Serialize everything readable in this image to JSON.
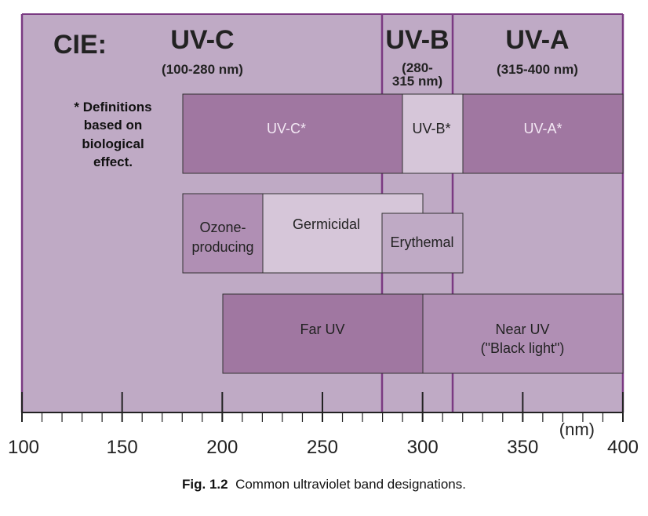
{
  "header": {
    "cie_label": "CIE:",
    "uvc_title": "UV-C",
    "uvc_range": "(100-280 nm)",
    "uvb_title": "UV-B",
    "uvb_range_line1": "(280-",
    "uvb_range_line2": "315 nm)",
    "uva_title": "UV-A",
    "uva_range": "(315-400 nm)"
  },
  "note": {
    "line1": "* Definitions",
    "line2": "based on",
    "line3": "biological",
    "line4": "effect."
  },
  "bio_bands": {
    "uvc": "UV-C*",
    "uvb": "UV-B*",
    "uva": "UV-A*"
  },
  "effect_bands": {
    "ozone_line1": "Ozone-",
    "ozone_line2": "producing",
    "germicidal": "Germicidal",
    "erythemal": "Erythemal"
  },
  "far_near": {
    "far": "Far UV",
    "near_line1": "Near UV",
    "near_line2": "(\"Black light\")"
  },
  "axis": {
    "unit": "(nm)",
    "ticks": [
      "100",
      "150",
      "200",
      "250",
      "300",
      "350",
      "400"
    ]
  },
  "caption": {
    "label": "Fig. 1.2",
    "text": "Common ultraviolet band designations."
  },
  "colors": {
    "light": "#bfaac5",
    "dark": "#a077a1",
    "mid": "#b08fb4",
    "pale": "#d6c6d9",
    "border": "#7a3a82",
    "accent": "#7a3a82"
  }
}
